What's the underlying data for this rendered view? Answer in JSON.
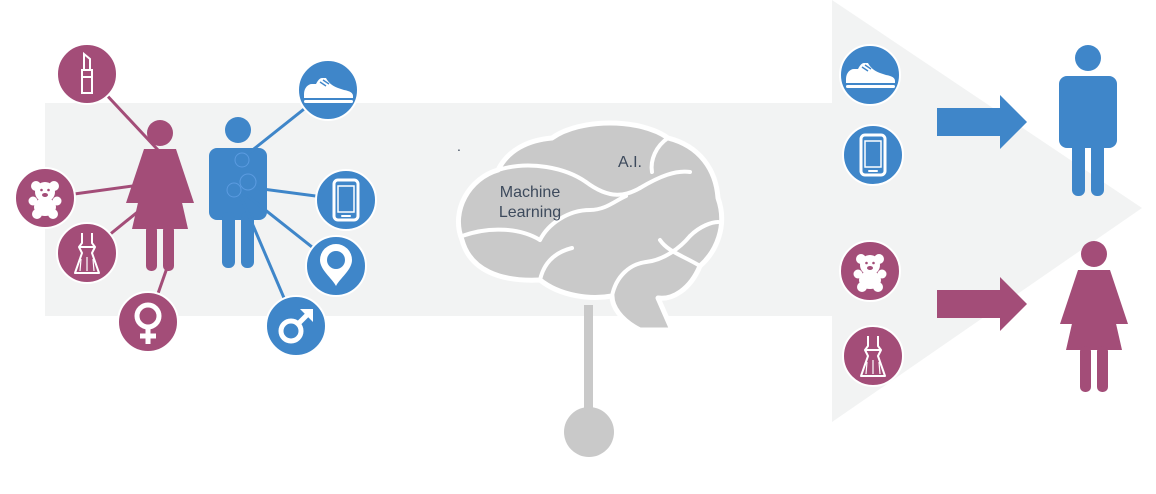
{
  "brain": {
    "label_ml_line1": "Machine",
    "label_ml_line2": "Learning",
    "label_ai": "A.I.",
    "dot": "."
  },
  "colors": {
    "female": "#a34d78",
    "male": "#3f86c9",
    "arrow_bg": "#f2f3f3",
    "brain": "#c9c9c9",
    "brain_outline": "#ffffff"
  },
  "icons": {
    "female_inputs": [
      "lipstick-icon",
      "teddy-bear-icon",
      "dress-icon",
      "female-symbol-icon"
    ],
    "male_inputs": [
      "sneaker-icon",
      "smartphone-icon",
      "location-pin-icon",
      "male-symbol-icon"
    ],
    "male_outputs": [
      "sneaker-icon",
      "smartphone-icon"
    ],
    "female_outputs": [
      "teddy-bear-icon",
      "dress-icon"
    ]
  }
}
